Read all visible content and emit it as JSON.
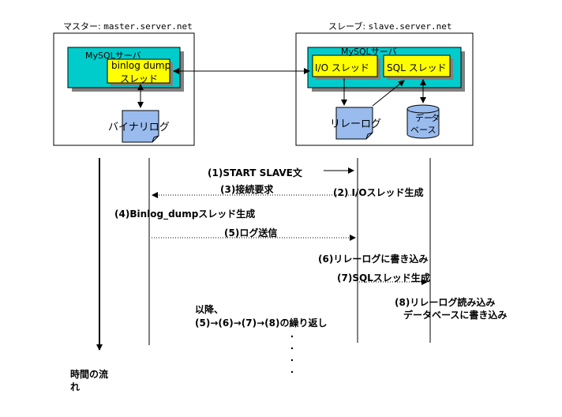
{
  "master": {
    "title_prefix": "マスター: ",
    "host": "master.server.net",
    "server_label": "MySQLサーバ",
    "dump_thread_line1": "binlog dump",
    "dump_thread_line2": "スレッド",
    "binlog_label": "バイナリログ"
  },
  "slave": {
    "title_prefix": "スレーブ: ",
    "host": "slave.server.net",
    "server_label": "MySQLサーバ",
    "io_thread": "I/O スレッド",
    "sql_thread": "SQL スレッド",
    "relay_log_label": "リレーログ",
    "database_line1": "デー",
    "database_line2": "タ",
    "database_line3": "ベース"
  },
  "steps": {
    "s1": "(1)START SLAVE文",
    "s2": "(2) I/Oスレッド生成",
    "s3": "(3)接続要求",
    "s4": "(4)Binlog_dumpスレッド生成",
    "s5": "(5)ログ送信",
    "s6": "(6)リレーログに書き込み",
    "s7": "(7)SQLスレッド生成",
    "s8_line1": "(8)リレーログ読み込み",
    "s8_line2": "データベースに書き込み",
    "repeat_line1": "以降、",
    "repeat_line2": "(5)→(6)→(7)→(8)の繰り返し"
  },
  "time_axis": {
    "line1": "時間の流",
    "line2": "れ"
  },
  "colors": {
    "server_fill": "#00cccc",
    "thread_fill": "#ffff00",
    "doc_fill": "#99bbee",
    "box_border": "#000000",
    "shadow": "#808080"
  }
}
